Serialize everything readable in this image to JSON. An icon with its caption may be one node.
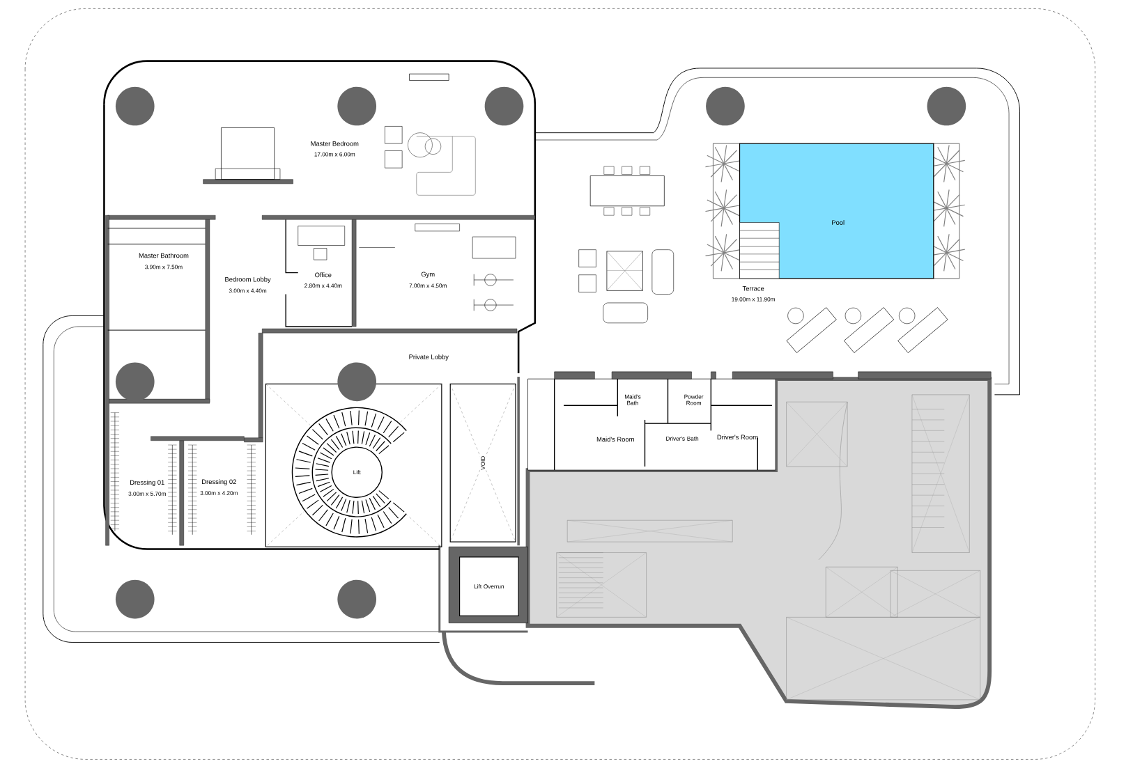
{
  "diagram": {
    "nodes": [
      {
        "text": [
          "Pool"
        ]
      },
      {
        "text": [
          "Lift"
        ]
      },
      {
        "text": [
          "VOID"
        ]
      },
      {
        "text": [
          "Lift Overrun"
        ]
      }
    ],
    "labels": [
      "Master Bedroom",
      "17.00m x 6.00m",
      "Master Bathroom",
      "3.90m x 7.50m",
      "Bedroom Lobby",
      "3.00m x 4.40m",
      "Office",
      "2.80m x 4.40m",
      "Gym",
      "7.00m x 4.50m",
      "Terrace",
      "19.00m x 11.90m",
      "Private Lobby",
      "Maid's Bath",
      "Powder Room",
      "Maid's Room",
      "Driver's Bath",
      "Driver's Room",
      "Dressing 01",
      "3.00m x 5.70m",
      "Dressing 02",
      "3.00m x 4.20m"
    ]
  }
}
